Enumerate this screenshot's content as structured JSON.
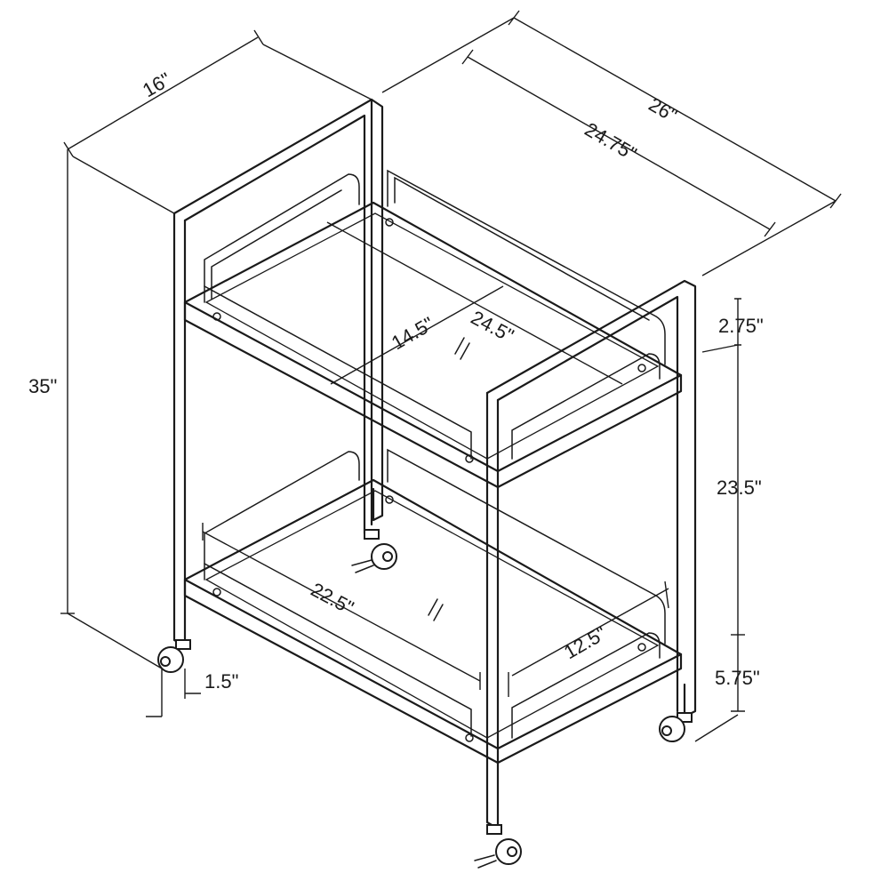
{
  "dimensions": {
    "depth": "16\"",
    "width_overall": "26\"",
    "width_inner": "24.75\"",
    "height_overall": "35\"",
    "top_shelf_depth": "14.5\"",
    "top_shelf_width": "24.5\"",
    "top_rail_height": "2.75\"",
    "shelf_spacing": "23.5\"",
    "bottom_clearance": "5.75\"",
    "bottom_shelf_width": "22.5\"",
    "bottom_shelf_depth": "12.5\"",
    "caster_offset": "1.5\""
  }
}
